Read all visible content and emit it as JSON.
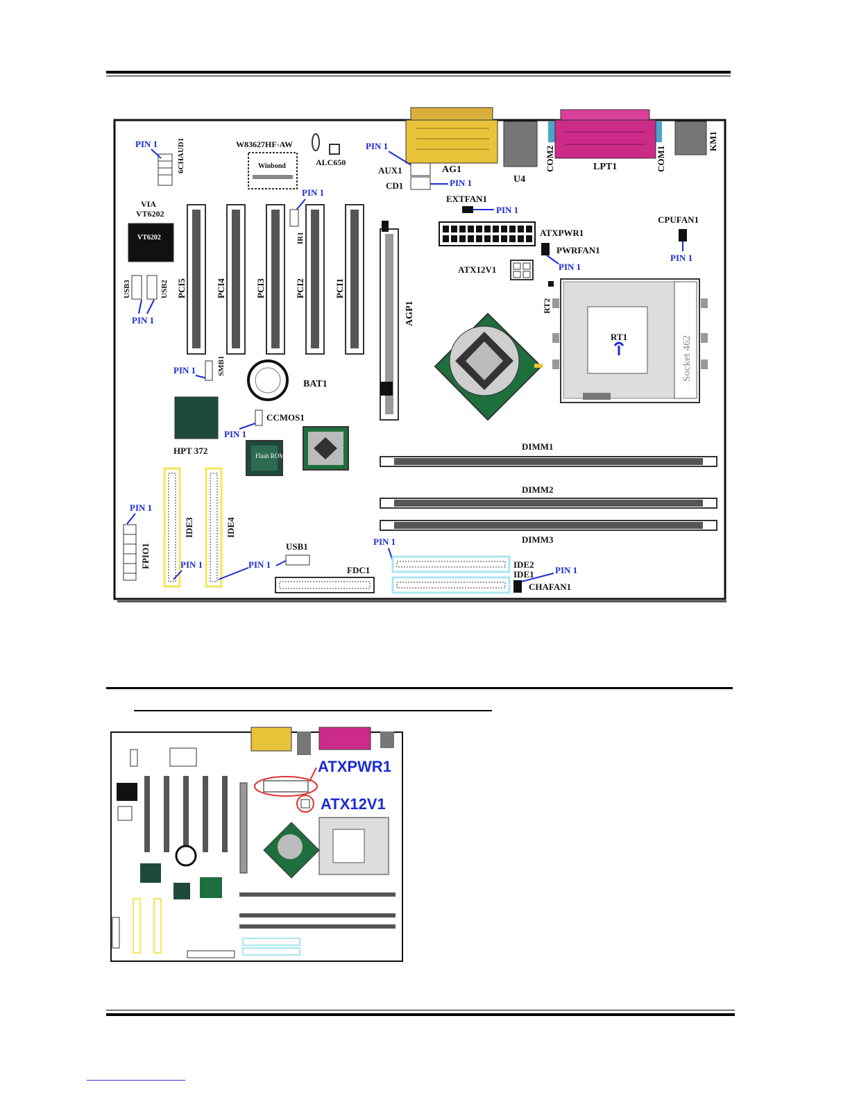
{
  "main_diagram": {
    "labels": {
      "pin1": "PIN 1",
      "w83627": "W83627HF-AW",
      "alc650": "ALC650",
      "cdaudio": "6CHAUD1",
      "aux1": "AUX1",
      "cd1": "CD1",
      "ag1": "AG1",
      "u4": "U4",
      "com2": "COM2",
      "lpt1": "LPT1",
      "com1": "COM1",
      "km1": "KM1",
      "via": "VIA",
      "vt6202": "VT6202",
      "extfan1": "EXTFAN1",
      "atxpwr1": "ATXPWR1",
      "pwrfan1": "PWRFAN1",
      "cpufan1": "CPUFAN1",
      "atx12v1": "ATX12V1",
      "rt2": "RT2",
      "rt1": "RT1",
      "socket": "Socket 462",
      "ir1": "IR1",
      "usb3": "USB3",
      "usb2": "USB2",
      "pci5": "PCI5",
      "pci4": "PCI4",
      "pci3": "PCI3",
      "pci2": "PCI2",
      "pci1": "PCI1",
      "agp1": "AGP1",
      "smb1": "SMB1",
      "bat1": "BAT1",
      "ccmos1": "CCMOS1",
      "hpt372": "HPT 372",
      "flashrom": "Flash ROM",
      "dimm1": "DIMM1",
      "dimm2": "DIMM2",
      "dimm3": "DIMM3",
      "ide1": "IDE1",
      "ide2": "IDE2",
      "ide3": "IDE3",
      "ide4": "IDE4",
      "fpio1": "FPIO1",
      "usb1": "USB1",
      "fdc1": "FDC1",
      "chafan1": "CHAFAN1",
      "winbond": "Winbond"
    }
  },
  "thumbnail": {
    "atxpwr1": "ATXPWR1",
    "atx12v1": "ATX12V1"
  },
  "colors": {
    "pin_blue": "#1a2bd6",
    "agp_yellow": "#e8c33a",
    "lpt_magenta": "#cc2b8a",
    "chip_green": "#1f6e3d",
    "ide_light_blue": "#a8e6f2",
    "ide_yellow": "#f4ef9a"
  }
}
